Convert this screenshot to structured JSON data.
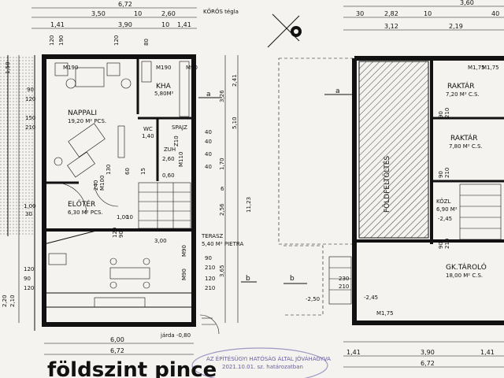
{
  "drawing": {
    "left_plan": {
      "top_dims": [
        "6,72",
        "3,50",
        "2,60",
        "10",
        "1,41",
        "3,90",
        "10",
        "1,41"
      ],
      "row_dims": [
        "120",
        "190",
        "120",
        "80"
      ],
      "street_label": "KŐRÖS tégla",
      "side_dims_left": [
        "1,50",
        "90",
        "120",
        "150",
        "210",
        "1,00",
        "30",
        "120",
        "90",
        "2,20",
        "2,10",
        "120"
      ],
      "side_dims_right": [
        "3,26",
        "2,41",
        "5,10",
        "40",
        "40",
        "40",
        "40",
        "1,70",
        "6",
        "2,56",
        "3,65",
        "11,23",
        "90",
        "210",
        "M90",
        "M90",
        "120",
        "210",
        "M90"
      ],
      "rooms": [
        {
          "name": "NAPPALI",
          "area": "19,20 M² PCS."
        },
        {
          "name": "KHA",
          "area": "5,80M²"
        },
        {
          "name": "WC",
          "area": "1,40"
        },
        {
          "name": "ZUH",
          "area": "2,60"
        },
        {
          "name": "SPAJZ",
          "area": "0,60"
        },
        {
          "name": "ELŐTÉR",
          "area": "6,30 M² PCS."
        },
        {
          "name": "TERASZ",
          "area": "5,40 M² PIETRA"
        }
      ],
      "misc_labels": [
        "M190",
        "M190",
        "M90",
        "M110",
        "1,00",
        "3,00",
        "120",
        "90",
        "60",
        "130",
        "15",
        "Z10",
        "240",
        "M100",
        "10"
      ],
      "bottom_dims": [
        "6,00",
        "6,72"
      ],
      "jarda": "járda -0,80",
      "section_a": "a",
      "section_b": "b"
    },
    "right_plan": {
      "top_dims": [
        "3,60",
        "30",
        "2,82",
        "10",
        "2,19",
        "40",
        "3,12",
        "M1,75"
      ],
      "fill_label": "FÖLDFELTÖLTÉS",
      "rooms": [
        {
          "name": "RAKTÁR",
          "area": "7,20 M² C.S."
        },
        {
          "name": "RAKTÁR",
          "area": "7,80 M² C.S."
        },
        {
          "name": "KÖZL",
          "area": "6,90 M²"
        },
        {
          "name": "GK.TÁROLÓ",
          "area": "18,00 M² C.S."
        }
      ],
      "levels": [
        "-2,45",
        "-2,45",
        "-2,50"
      ],
      "labels": [
        "90",
        "210",
        "90",
        "210",
        "90",
        "210",
        "230",
        "210",
        "M1,75",
        "M1,75"
      ],
      "bottom_dims": [
        "1,41",
        "3,90",
        "1,41",
        "6,72"
      ],
      "section_a": "a",
      "section_b": "b"
    },
    "stamp_text": "AZ ÉPÍTÉSÜGYI HATÓSÁG ÁLTAL JÓVÁHAGYVA",
    "stamp_date": "2021.10.01. sz. határozatban",
    "footer_title": "földszint   pince"
  }
}
